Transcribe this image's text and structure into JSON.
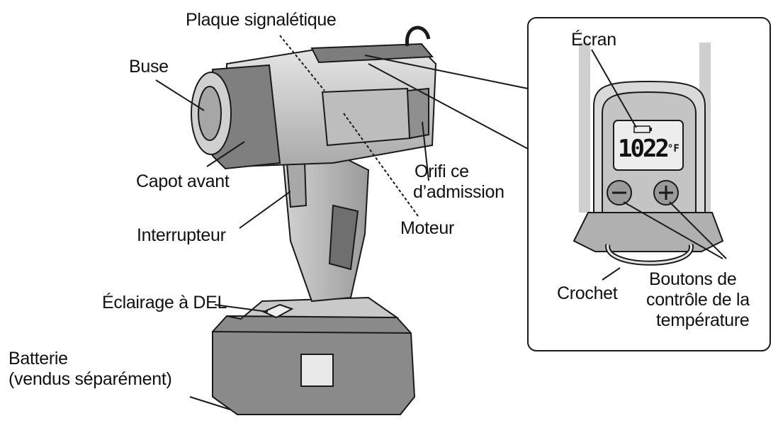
{
  "labels": {
    "nameplate": "Plaque signalétique",
    "nozzle": "Buse",
    "front_cover": "Capot avant",
    "switch": "Interrupteur",
    "led_light": "Éclairage à DEL",
    "battery_line1": "Batterie",
    "battery_line2": "(vendus séparément)",
    "intake_line1": "Orifi ce",
    "intake_line2": "d’admission",
    "motor": "Moteur",
    "screen": "Écran",
    "hook": "Crochet",
    "buttons_line1": "Boutons de",
    "buttons_line2": "contrôle de la",
    "buttons_line3": "température"
  },
  "display": {
    "temperature": "1022",
    "unit": "°F"
  },
  "colors": {
    "line": "#1a1a1a",
    "body_dark": "#8c8c8c",
    "body_mid": "#b5b5b5",
    "body_light": "#dedede",
    "lcd": "#d8d8d8"
  }
}
